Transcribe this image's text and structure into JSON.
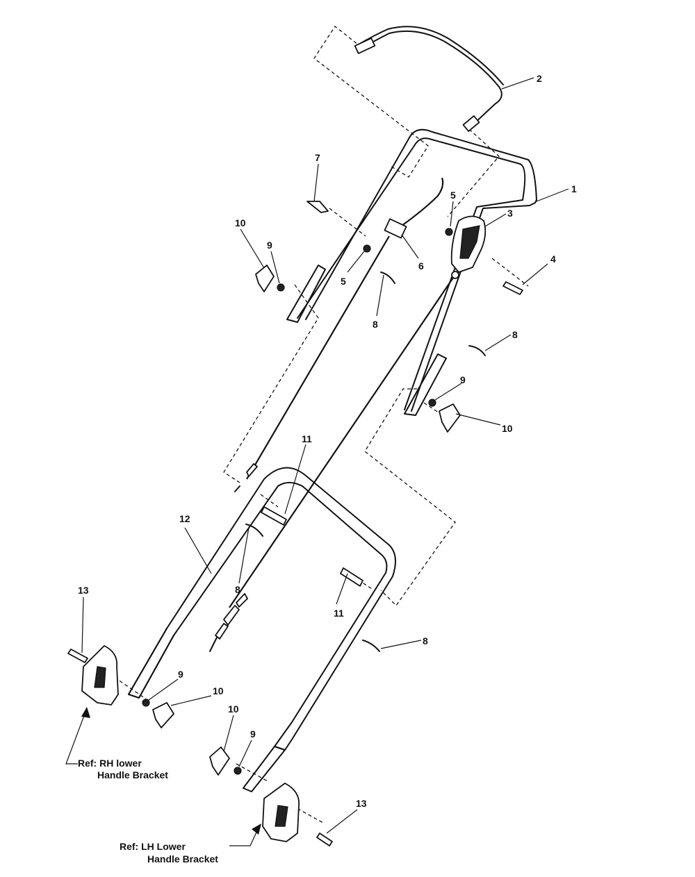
{
  "callouts": {
    "c1": "1",
    "c2": "2",
    "c3": "3",
    "c4": "4",
    "c5a": "5",
    "c5b": "5",
    "c6": "6",
    "c7": "7",
    "c8a": "8",
    "c8b": "8",
    "c8c": "8",
    "c8d": "8",
    "c9a": "9",
    "c9b": "9",
    "c9c": "9",
    "c9d": "9",
    "c10a": "10",
    "c10b": "10",
    "c10c": "10",
    "c10d": "10",
    "c11a": "11",
    "c11b": "11",
    "c12": "12",
    "c13a": "13",
    "c13b": "13"
  },
  "refs": {
    "rh_line1": "Ref: RH lower",
    "rh_line2": "Handle Bracket",
    "lh_line1": "Ref: LH Lower",
    "lh_line2": "Handle Bracket"
  }
}
